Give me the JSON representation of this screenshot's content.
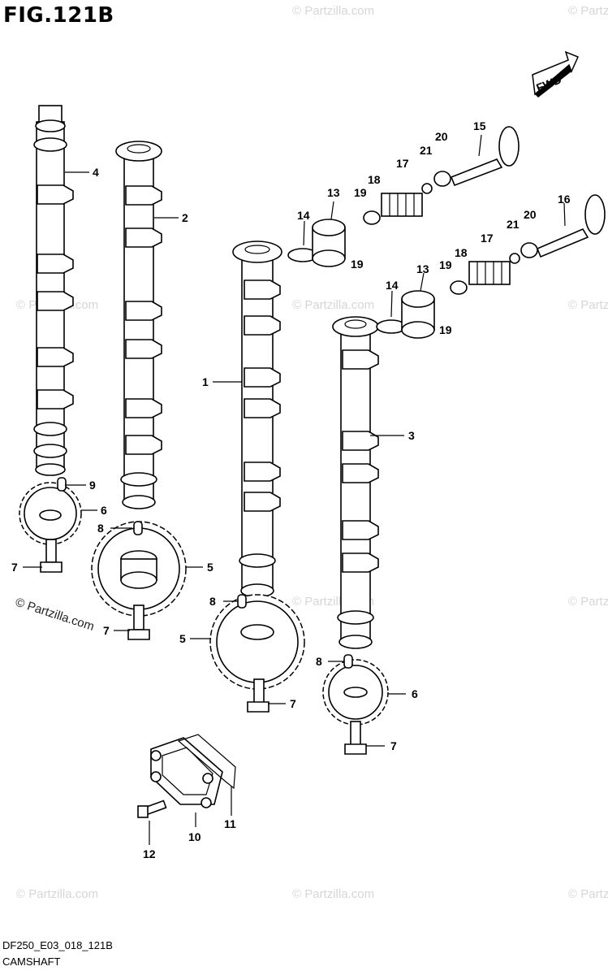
{
  "title": "FIG.121B",
  "footer": {
    "code": "DF250_E03_018_121B",
    "name": "CAMSHAFT"
  },
  "direction_label": "FWD",
  "watermark": "© Partzilla.com",
  "callouts": {
    "c1": "1",
    "c2": "2",
    "c3": "3",
    "c4": "4",
    "c5a": "5",
    "c5b": "5",
    "c6a": "6",
    "c6b": "6",
    "c7a": "7",
    "c7b": "7",
    "c7c": "7",
    "c7d": "7",
    "c8a": "8",
    "c8b": "8",
    "c8c": "8",
    "c9": "9",
    "c10": "10",
    "c11": "11",
    "c12": "12",
    "c13a": "13",
    "c13b": "13",
    "c14a": "14",
    "c14b": "14",
    "c15": "15",
    "c16": "16",
    "c17a": "17",
    "c17b": "17",
    "c18a": "18",
    "c18b": "18",
    "c19a": "19",
    "c19b": "19",
    "c19c": "19",
    "c19d": "19",
    "c20a": "20",
    "c20b": "20",
    "c21a": "21",
    "c21b": "21"
  }
}
